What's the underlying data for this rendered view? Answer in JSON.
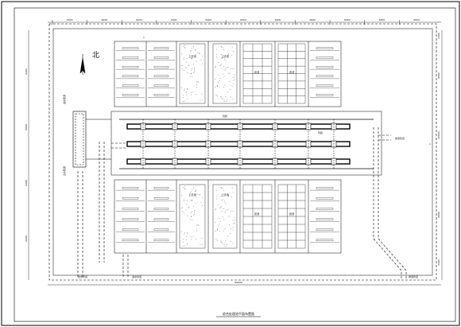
{
  "drawing": {
    "title": "综合处理池平面布置图",
    "north_label": "北",
    "dimensions": {
      "top": [
        "6000",
        "6000",
        "6000",
        "6000",
        "6000",
        "6000",
        "6000",
        "6000",
        "6000",
        "6000",
        "6000"
      ],
      "bottom_total": "66000",
      "left": [
        "6400",
        "6000",
        "6400",
        "6000"
      ],
      "right": [
        "2400",
        "6000",
        "22000",
        "6000",
        "2400"
      ]
    },
    "room_labels": {
      "upper_left": "上清池",
      "upper_right": "上清池",
      "upper_mid_a": "滤池",
      "upper_mid_b": "滤池",
      "lower_left": "上清池",
      "lower_right": "上清池",
      "lower_mid_a": "滤池",
      "lower_mid_b": "滤池"
    },
    "annotations": {
      "top_marker": "1",
      "left_pipe_upper": "进水管道",
      "left_pipe_lower": "出水管道",
      "right_pipe": "排泥管道",
      "bottom_pipe_left": "出水管道",
      "bottom_pipe_mid": "进水管道",
      "bottom_pipe_right": "排泥管道",
      "gallery_upper_label": "管廊",
      "gallery_mid_label": "管廊",
      "center_axis": "1"
    }
  }
}
